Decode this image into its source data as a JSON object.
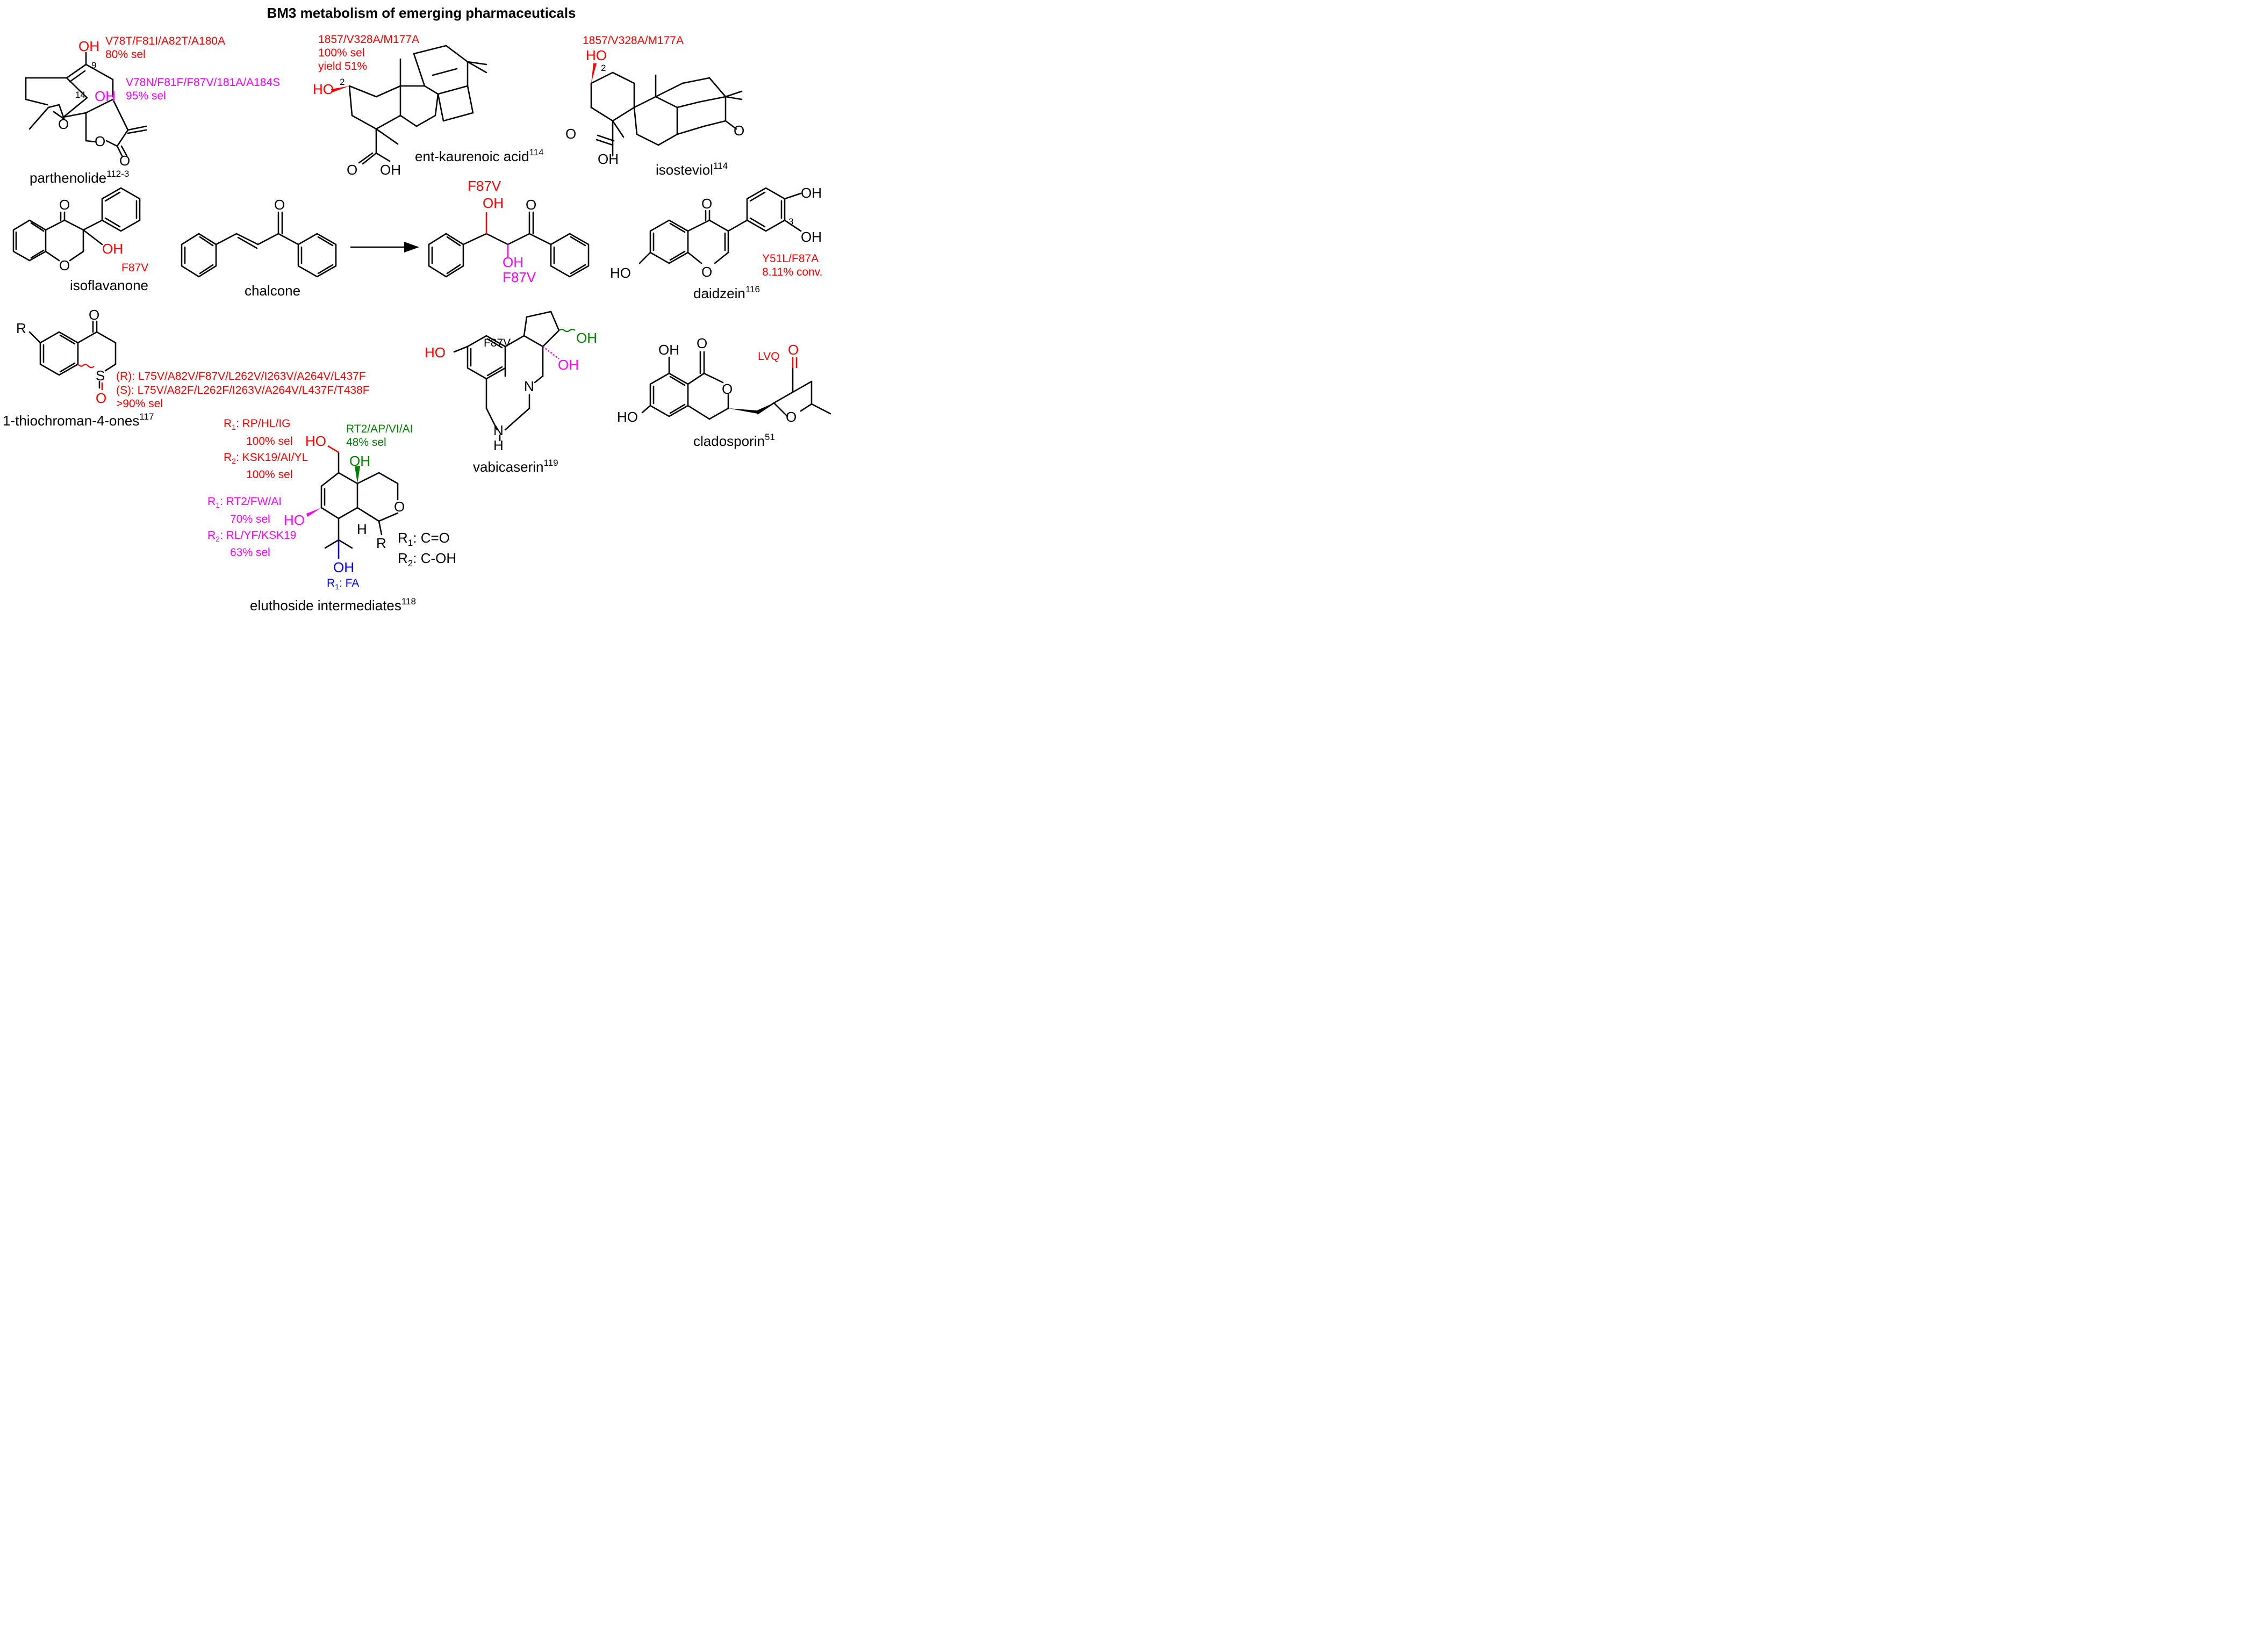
{
  "title": "BM3 metabolism of emerging pharmaceuticals",
  "colors": {
    "red": "#ff0000",
    "magenta": "#ff00ff",
    "green": "#008000",
    "blue": "#0000ff",
    "black": "#000000"
  },
  "parthenolide": {
    "name": "parthenolide",
    "ref": "112-3",
    "mut9": "V78T/F81I/A82T/A180A",
    "sel9": "80% sel",
    "mut14": "V78N/F81F/F87V/181A/A184S",
    "sel14": "95% sel",
    "pos9": "9",
    "pos14": "14",
    "oh": "OH",
    "o": "O"
  },
  "kaurenoic": {
    "name": "ent-kaurenoic acid",
    "ref": "114",
    "mut": "1857/V328A/M177A",
    "sel": "100% sel",
    "yield": "yield 51%",
    "ho": "HO",
    "pos": "2",
    "o": "O",
    "oh": "OH"
  },
  "isosteviol": {
    "name": "isosteviol",
    "ref": "114",
    "mut": "1857/V328A/M177A",
    "ho": "HO",
    "pos": "2",
    "o": "O",
    "oh": "OH"
  },
  "isoflavanone": {
    "name": "isoflavanone",
    "mut": "F87V",
    "o": "O",
    "oh": "OH"
  },
  "chalcone": {
    "name": "chalcone",
    "o": "O",
    "product_mut_top": "F87V",
    "product_mut_bottom": "F87V",
    "oh": "OH"
  },
  "daidzein": {
    "name": "daidzein",
    "ref": "116",
    "mut": "Y51L/F87A",
    "conv": "8.11% conv.",
    "pos": "3",
    "oh": "OH",
    "ho": "HO",
    "o": "O"
  },
  "thiochromanone": {
    "name": "1-thiochroman-4-ones",
    "ref": "117",
    "r": "R",
    "s": "S",
    "o": "O",
    "mut_r": "(R): L75V/A82V/F87V/L262V/I263V/A264V/L437F",
    "mut_s": "(S): L75V/A82F/L262F/I263V/A264V/L437F/T438F",
    "sel": ">90% sel"
  },
  "vabicaserin": {
    "name": "vabicaserin",
    "ref": "119",
    "mut": "F87V",
    "ho": "HO",
    "oh": "OH",
    "n": "N",
    "h": "H"
  },
  "cladosporin": {
    "name": "cladosporin",
    "ref": "51",
    "mut": "LVQ",
    "oh": "OH",
    "ho": "HO",
    "o": "O"
  },
  "eluthoside": {
    "name": "eluthoside intermediates",
    "ref": "118",
    "r1_label": "R",
    "sub1": "1",
    "sub2": "2",
    "red_r1_mut": ": RP/HL/IG",
    "red_r1_sel": "100% sel",
    "red_r2_mut": ": KSK19/AI/YL",
    "red_r2_sel": "100% sel",
    "green_mut": "RT2/AP/VI/AI",
    "green_sel": "48% sel",
    "mag_r1_mut": ": RT2/FW/AI",
    "mag_r1_sel": "70% sel",
    "mag_r2_mut": ": RL/YF/KSK19",
    "mag_r2_sel": "63% sel",
    "blue_mut": ": FA",
    "r1_def": ": C=O",
    "r2_def": ": C-OH",
    "ho": "HO",
    "oh": "OH",
    "o": "O",
    "h": "H",
    "r": "R"
  }
}
